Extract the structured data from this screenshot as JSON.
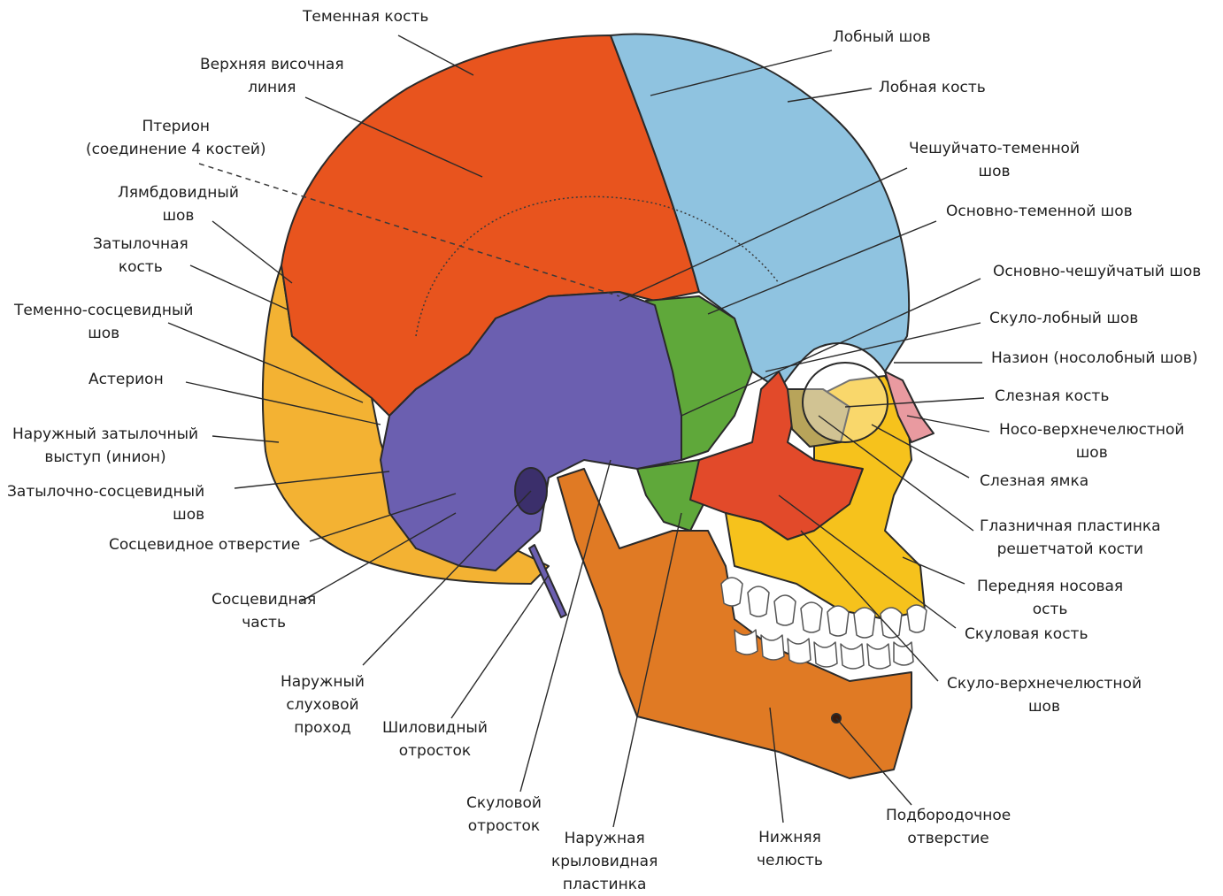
{
  "colors": {
    "parietal": "#e8541e",
    "frontal": "#8fc3e0",
    "temporal": "#6b5fb0",
    "sphenoid": "#5fa83a",
    "occipital": "#f3b233",
    "zygomatic": "#e24a2a",
    "maxilla": "#f6c21c",
    "mandible": "#e07a24",
    "nasal": "#e99aa0",
    "lacrimal": "#b8a45a",
    "teeth": "#ffffff"
  },
  "labels": {
    "parietal_bone": [
      "Теменная кость"
    ],
    "sup_temporal_line": [
      "Верхняя височная",
      "линия"
    ],
    "pterion": [
      "Птерион",
      "(соединение 4 костей)"
    ],
    "lambdoid_suture": [
      "Лямбдовидный",
      "шов"
    ],
    "occipital_bone": [
      "Затылочная",
      "кость"
    ],
    "parietomastoid_suture": [
      "Теменно-сосцевидный",
      "шов"
    ],
    "asterion": [
      "Астерион"
    ],
    "ext_occipital_protuberance": [
      "Наружный затылочный",
      "выступ (инион)"
    ],
    "occipitomastoid_suture": [
      "Затылочно-сосцевидный",
      "шов"
    ],
    "mastoid_foramen": [
      "Сосцевидное отверстие"
    ],
    "mastoid_part": [
      "Сосцевидная",
      "часть"
    ],
    "ext_acoustic_meatus": [
      "Наружный",
      "слуховой",
      "проход"
    ],
    "styloid_process": [
      "Шиловидный",
      "отросток"
    ],
    "zygomatic_process": [
      "Скуловой",
      "отросток"
    ],
    "lat_pterygoid_plate": [
      "Наружная",
      "крыловидная",
      "пластинка"
    ],
    "mandible": [
      "Нижняя",
      "челюсть"
    ],
    "mental_foramen": [
      "Подбородочное",
      "отверстие"
    ],
    "zygomaticomaxillary_suture": [
      "Скуло-верхнечелюстной",
      "шов"
    ],
    "zygomatic_bone": [
      "Скуловая кость"
    ],
    "ant_nasal_spine": [
      "Передняя носовая",
      "ость"
    ],
    "orbital_plate_ethmoid": [
      "Глазничная пластинка",
      "решетчатой кости"
    ],
    "lacrimal_fossa": [
      "Слезная ямка"
    ],
    "nasomaxillary_suture": [
      "Носо-верхнечелюстной",
      "шов"
    ],
    "lacrimal_bone": [
      "Слезная кость"
    ],
    "nasion": [
      "Назион (носолобный шов)"
    ],
    "zygomaticofrontal_suture": [
      "Скуло-лобный шов"
    ],
    "sphenosquamosal_suture": [
      "Основно-чешуйчатый шов"
    ],
    "sphenoparietal_suture": [
      "Основно-теменной шов"
    ],
    "squamous_suture": [
      "Чешуйчато-теменной",
      "шов"
    ],
    "frontal_bone": [
      "Лобная кость"
    ],
    "coronal_suture": [
      "Лобный шов"
    ]
  }
}
